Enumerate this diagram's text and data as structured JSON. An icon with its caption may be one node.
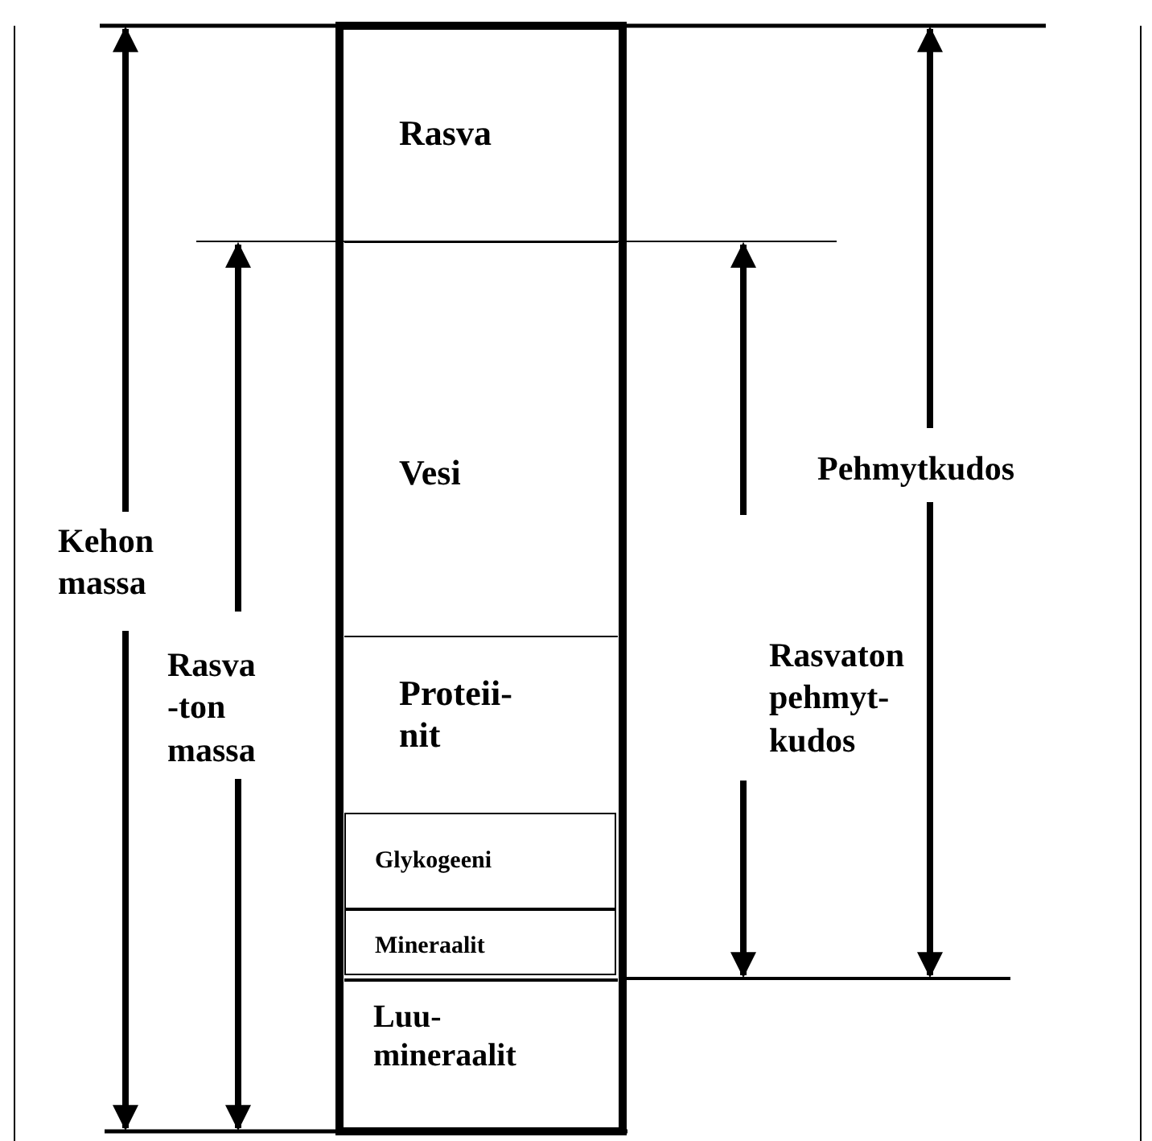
{
  "diagram": {
    "nodes": [
      {
        "text": [
          "Rasva"
        ]
      },
      {
        "text": [
          "Vesi"
        ]
      },
      {
        "text": [
          "Proteii- nit"
        ]
      },
      {
        "text": [
          "Glykogeeni"
        ]
      },
      {
        "text": [
          "Mineraalit"
        ]
      },
      {
        "text": [
          "Luu- mineraalit"
        ]
      }
    ],
    "edges": [],
    "labels": [
      "Kehon massa",
      "Rasva -ton massa",
      "Rasvaton pehmyt- kudos",
      "Pehmytkudos"
    ]
  }
}
